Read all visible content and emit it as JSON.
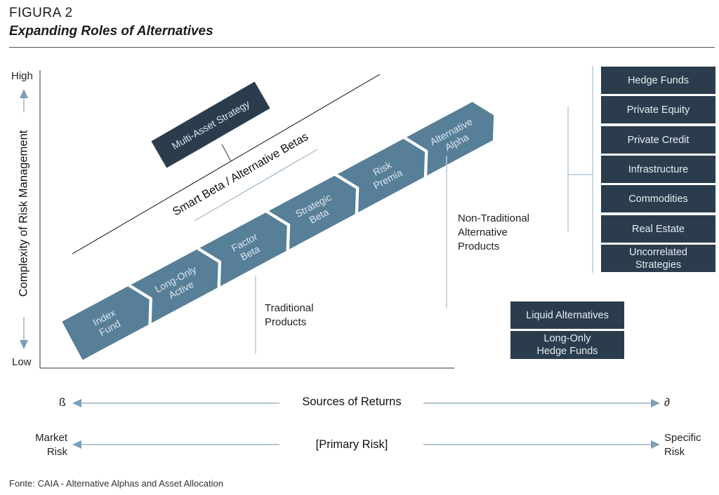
{
  "figure": {
    "label": "FIGURA 2",
    "title": "Expanding Roles of Alternatives",
    "source": "Fonte: CAIA - Alternative Alphas and Asset Allocation"
  },
  "y_axis": {
    "title": "Complexity of Risk Management",
    "high_label": "High",
    "low_label": "Low"
  },
  "band": {
    "segments": [
      {
        "line1": "Index",
        "line2": "Fund"
      },
      {
        "line1": "Long-Only",
        "line2": "Active"
      },
      {
        "line1": "Factor",
        "line2": "Beta"
      },
      {
        "line1": "Strategic",
        "line2": "Beta"
      },
      {
        "line1": "Risk",
        "line2": "Premia"
      },
      {
        "line1": "Alternative",
        "line2": "Alpha"
      }
    ],
    "color": "#577f98"
  },
  "smart_beta_label": "Smart Beta / Alternative Betas",
  "multi_asset_label": "Multi-Asset Strategy",
  "traditional_label": {
    "line1": "Traditional",
    "line2": "Products"
  },
  "non_traditional_label": {
    "line1": "Non-Traditional",
    "line2": "Alternative",
    "line3": "Products"
  },
  "alternatives_list": [
    "Hedge Funds",
    "Private Equity",
    "Private Credit",
    "Infrastructure",
    "Commodities",
    "Real Estate",
    "Uncorrelated Strategies"
  ],
  "liquid_list": [
    "Liquid Alternatives",
    "Long-Only Hedge Funds"
  ],
  "x_axes": {
    "returns": {
      "center": "Sources of Returns",
      "left": "ß",
      "right": "∂"
    },
    "risk": {
      "center": "[Primary Risk]",
      "left_line1": "Market",
      "left_line2": "Risk",
      "right_line1": "Specific",
      "right_line2": "Risk"
    }
  },
  "colors": {
    "dark_box": "#2b3d4c",
    "band": "#577f98",
    "arrow": "#7d9fb5",
    "connector": "#b7cad8"
  }
}
